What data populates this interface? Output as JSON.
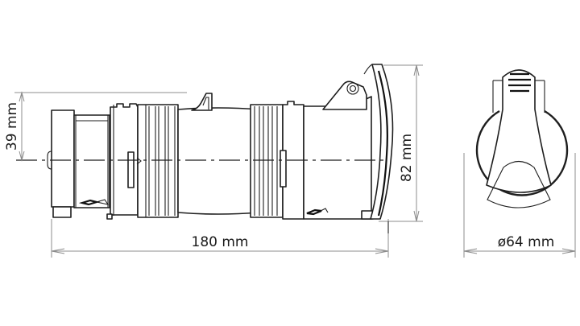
{
  "drawing": {
    "subject": "Industrial socket side and front view dimension drawing",
    "background_color": "#ffffff",
    "line_color": "#1e1e1e",
    "dimension_line_color": "#8c8c8c",
    "dimensions": {
      "length": {
        "label": "180 mm",
        "value": 180,
        "unit": "mm"
      },
      "height": {
        "label": "82 mm",
        "value": 82,
        "unit": "mm"
      },
      "axis_height": {
        "label": "39 mm",
        "value": 39,
        "unit": "mm"
      },
      "diameter": {
        "label": "ø64 mm",
        "value": 64,
        "unit": "mm"
      }
    },
    "views": {
      "side": "side-view",
      "front": "front-view"
    }
  }
}
